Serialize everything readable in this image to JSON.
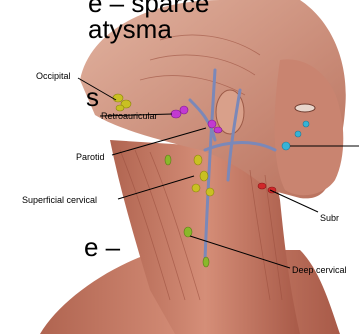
{
  "slide": {
    "line1": "e – sparce",
    "line2": "atysma",
    "frag_s": "s",
    "frag_dash": "e –"
  },
  "labels": {
    "occipital": "Occipital",
    "retroauricular": "Retroauricular",
    "parotid": "Parotid",
    "superficial_cervical": "Superficial cervical",
    "submandibular": "Subr",
    "deep_cervical": "Deep cervical"
  },
  "colors": {
    "muscle": "#c8806b",
    "vein": "#7b88b8",
    "node_yellow": "#c9c022",
    "node_magenta": "#c23ad1",
    "node_cyan": "#36b3d6",
    "node_red": "#d0282a",
    "node_green": "#8ab82a"
  }
}
